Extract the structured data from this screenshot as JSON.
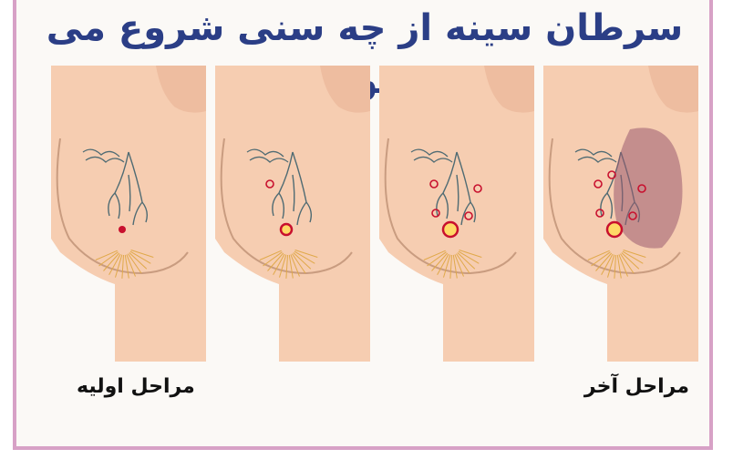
{
  "title": "سرطان سینه از چه سنی شروع می شود؟",
  "labels": {
    "early": "مراحل اولیه",
    "late": "مراحل آخر"
  },
  "stages": [
    {
      "stage": 1,
      "tumor_size": 1,
      "spread_nodes": 0,
      "skin_involvement": 0
    },
    {
      "stage": 2,
      "tumor_size": 2,
      "spread_nodes": 1,
      "skin_involvement": 0
    },
    {
      "stage": 3,
      "tumor_size": 3,
      "spread_nodes": 4,
      "skin_involvement": 0
    },
    {
      "stage": 4,
      "tumor_size": 3,
      "spread_nodes": 5,
      "skin_involvement": 1
    }
  ],
  "colors": {
    "title": "#2b3e86",
    "skin": "#f6cdb1",
    "skin_dark": "#e8b192",
    "outline": "#c99c80",
    "tumor": "#c8102e",
    "duct": "#4f6b73",
    "frame": "#d7a1c6",
    "lesion": "#9a5b70"
  }
}
